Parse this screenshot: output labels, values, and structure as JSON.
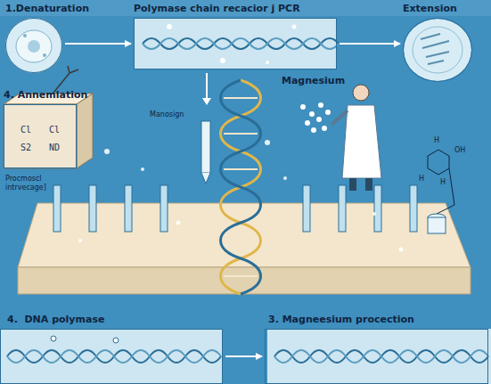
{
  "diagram": {
    "nodes": [
      {
        "text": [
          "1.Denaturation"
        ]
      },
      {
        "text": [
          "Polymase chain recacior j PCR"
        ]
      },
      {
        "text": [
          "Extension"
        ]
      },
      {
        "text": [
          "4. Annemlation",
          "Cl",
          "Cl",
          "S2",
          "ND"
        ]
      },
      {
        "text": [
          "4.  DNA polymase"
        ]
      },
      {
        "text": [
          "3. Magneesium procection"
        ]
      }
    ],
    "edges": [
      {
        "from": 0,
        "to": 1,
        "arrow": "to"
      },
      {
        "from": 1,
        "to": 2,
        "arrow": "to"
      },
      {
        "from": 4,
        "to": 5,
        "arrow": "to"
      }
    ],
    "labels": [
      "Magnesium",
      "Manosign",
      "Procmoscl intrvecage]",
      "H",
      "OH",
      "H",
      "H"
    ]
  }
}
